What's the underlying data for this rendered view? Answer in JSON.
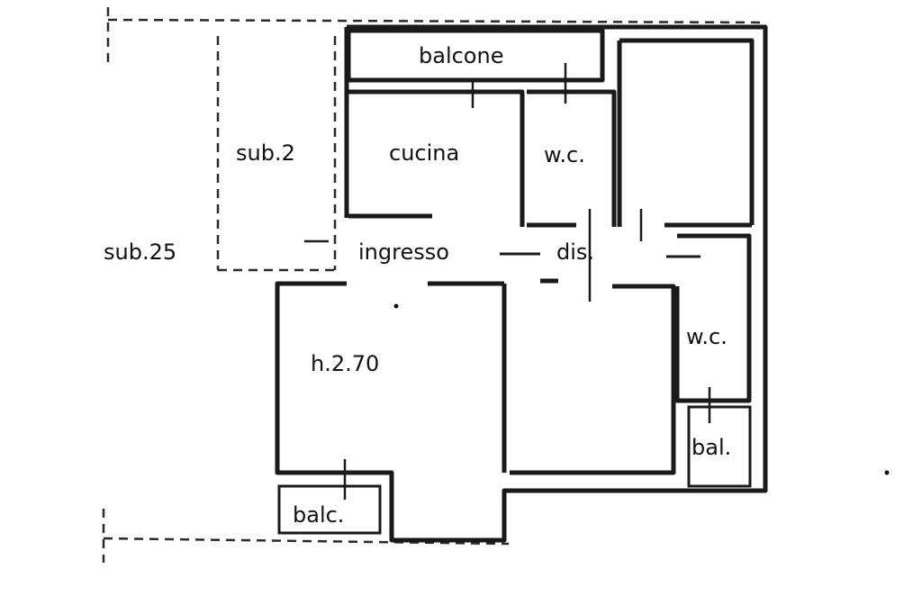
{
  "labels": {
    "balcone": "balcone",
    "cucina": "cucina",
    "wc_top": "w.c.",
    "sub2": "sub.2",
    "sub25": "sub.25",
    "ingresso": "ingresso",
    "dis": "dis.",
    "wc_right": "w.c.",
    "height": "h.2.70",
    "balc": "balc.",
    "bal": "bal."
  }
}
